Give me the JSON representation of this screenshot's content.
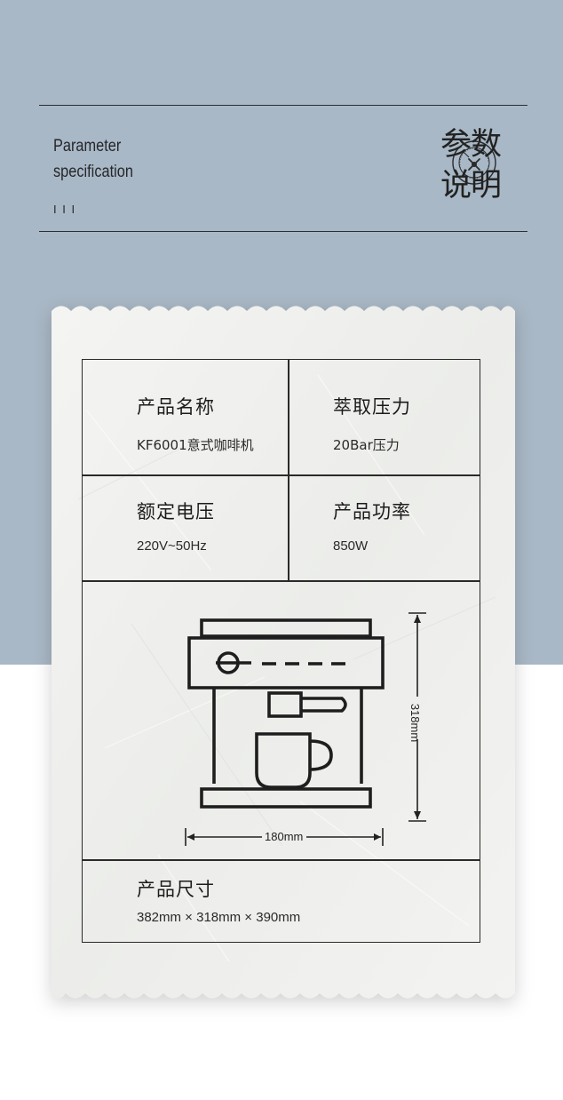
{
  "header": {
    "title_en_line1": "Parameter",
    "title_en_line2": "specification",
    "tick_marks": "I I I",
    "title_cn_line1": "参数",
    "title_cn_line2": "说明"
  },
  "specs": {
    "product_name_label": "产品名称",
    "product_name_value": "KF6001意式咖啡机",
    "pressure_label": "萃取压力",
    "pressure_value": "20Bar压力",
    "voltage_label": "额定电压",
    "voltage_value": "220V~50Hz",
    "power_label": "产品功率",
    "power_value": "850W",
    "size_label": "产品尺寸",
    "size_value": "382mm × 318mm × 390mm"
  },
  "dimensions": {
    "width_label": "180mm",
    "height_label": "318mm"
  },
  "icons": {
    "machine": "espresso-machine-icon",
    "stamp": "coffee-stamp-icon"
  },
  "colors": {
    "band": "#a9b8c6",
    "ticket": "#f1f1ef",
    "ink": "#2a2a2a"
  }
}
